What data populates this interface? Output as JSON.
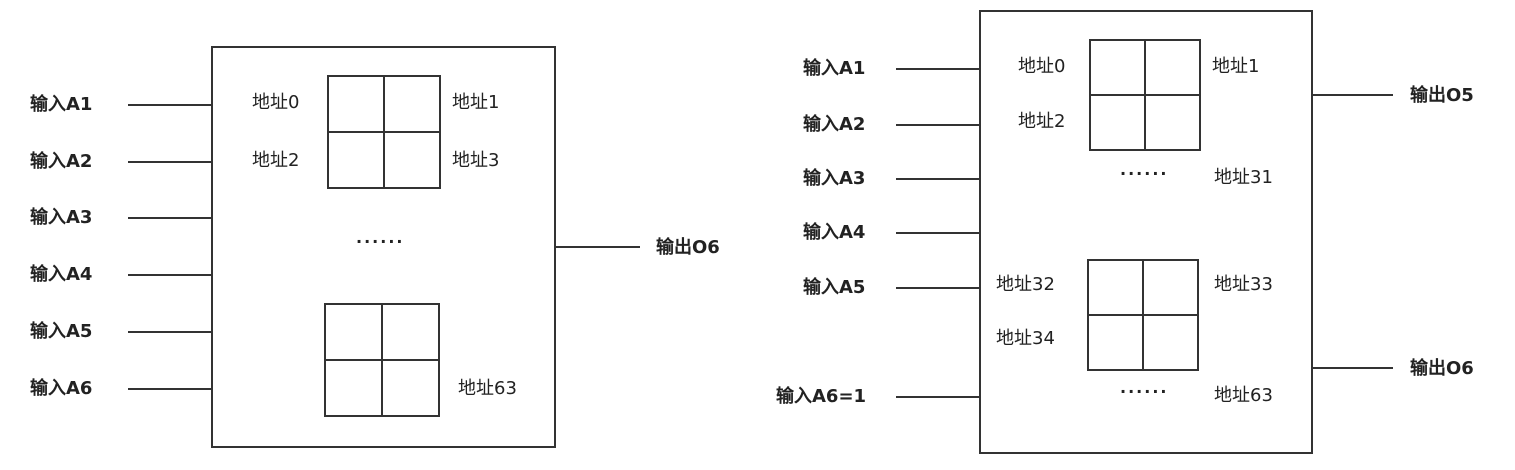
{
  "left": {
    "inputs": [
      "输入A1",
      "输入A2",
      "输入A3",
      "输入A4",
      "输入A5",
      "输入A6"
    ],
    "addresses": {
      "a0": "地址0",
      "a1": "地址1",
      "a2": "地址2",
      "a3": "地址3",
      "a63": "地址63"
    },
    "ellipsis": "······",
    "output": "输出O6"
  },
  "right": {
    "inputs": [
      "输入A1",
      "输入A2",
      "输入A3",
      "输入A4",
      "输入A5",
      "输入A6=1"
    ],
    "addresses": {
      "a0": "地址0",
      "a1": "地址1",
      "a2": "地址2",
      "a31": "地址31",
      "a32": "地址32",
      "a33": "地址33",
      "a34": "地址34",
      "a63": "地址63"
    },
    "ellipsis_top": "······",
    "ellipsis_bottom": "······",
    "outputs": [
      "输出O5",
      "输出O6"
    ]
  }
}
